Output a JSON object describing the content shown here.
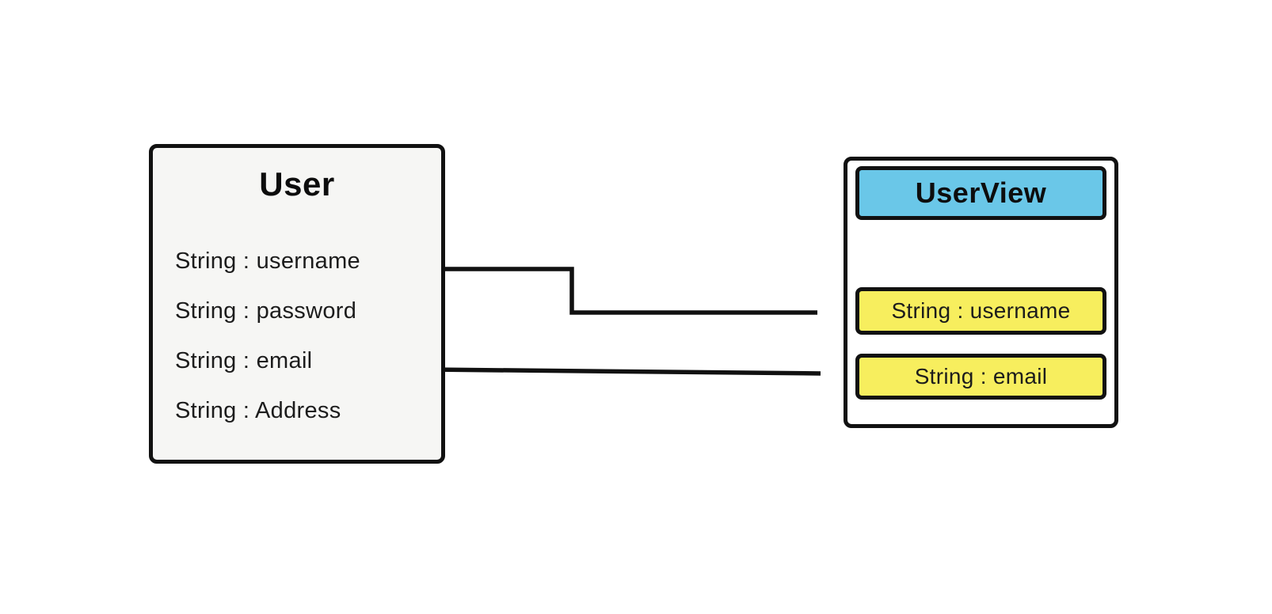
{
  "diagram": {
    "user_class": {
      "title": "User",
      "fields": [
        "String : username",
        "String : password",
        "String : email",
        "String : Address"
      ]
    },
    "view_class": {
      "title": "UserView",
      "fields": [
        "String : username",
        "String : email"
      ]
    },
    "connections": [
      {
        "from": "UserView / String : username",
        "to": "User / String : username",
        "style": "elbow-arrow-left"
      },
      {
        "from": "UserView / String : email",
        "to": "User / String : email",
        "style": "straight-arrow-left"
      }
    ],
    "colors": {
      "header_blue": "#6ac7e8",
      "field_yellow": "#f7ee5e",
      "class_box_gray": "#f6f6f4",
      "stroke_black": "#111111"
    }
  }
}
